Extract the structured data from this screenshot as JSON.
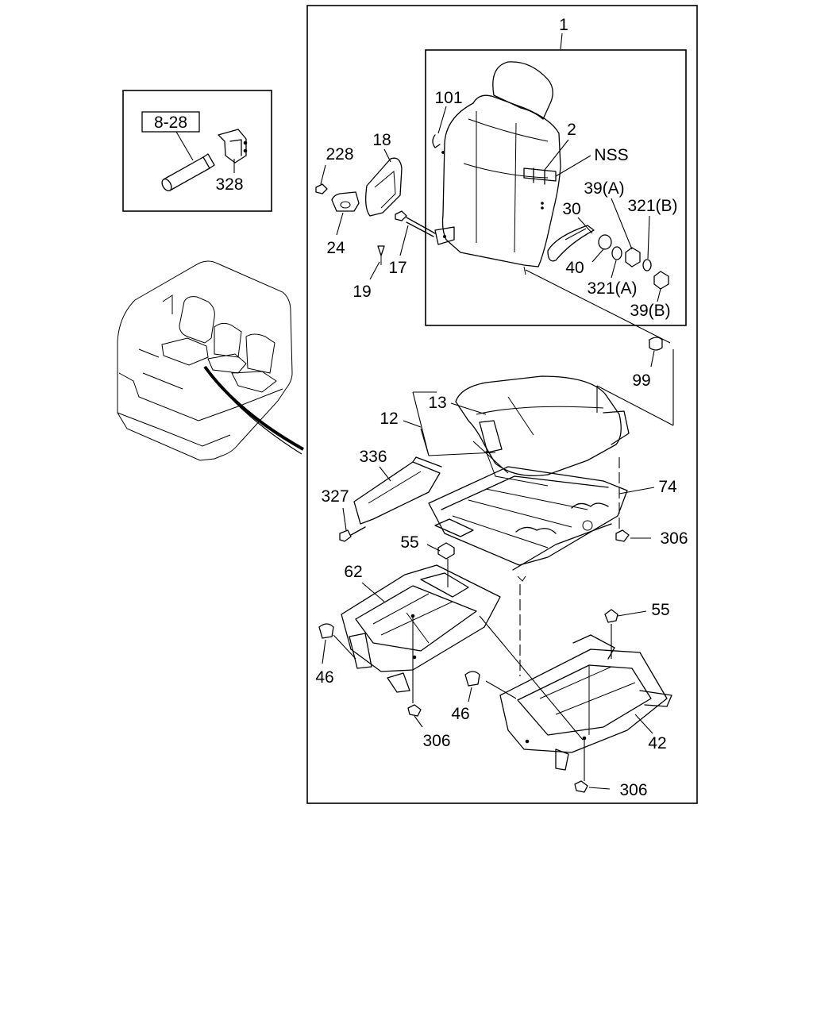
{
  "inset_ref_label": "8-28",
  "callouts": {
    "c1": "1",
    "c2": "2",
    "c101": "101",
    "cNSS": "NSS",
    "c39A": "39(A)",
    "c321B": "321(B)",
    "c30": "30",
    "c40": "40",
    "c321A": "321(A)",
    "c39B": "39(B)",
    "c99": "99",
    "c228": "228",
    "c18": "18",
    "c24": "24",
    "c17": "17",
    "c19": "19",
    "c328": "328",
    "c13": "13",
    "c12": "12",
    "c336": "336",
    "c327": "327",
    "c74": "74",
    "c55a": "55",
    "c306a": "306",
    "c62": "62",
    "c55b": "55",
    "c46a": "46",
    "c46b": "46",
    "c306b": "306",
    "c42": "42",
    "c306c": "306"
  }
}
